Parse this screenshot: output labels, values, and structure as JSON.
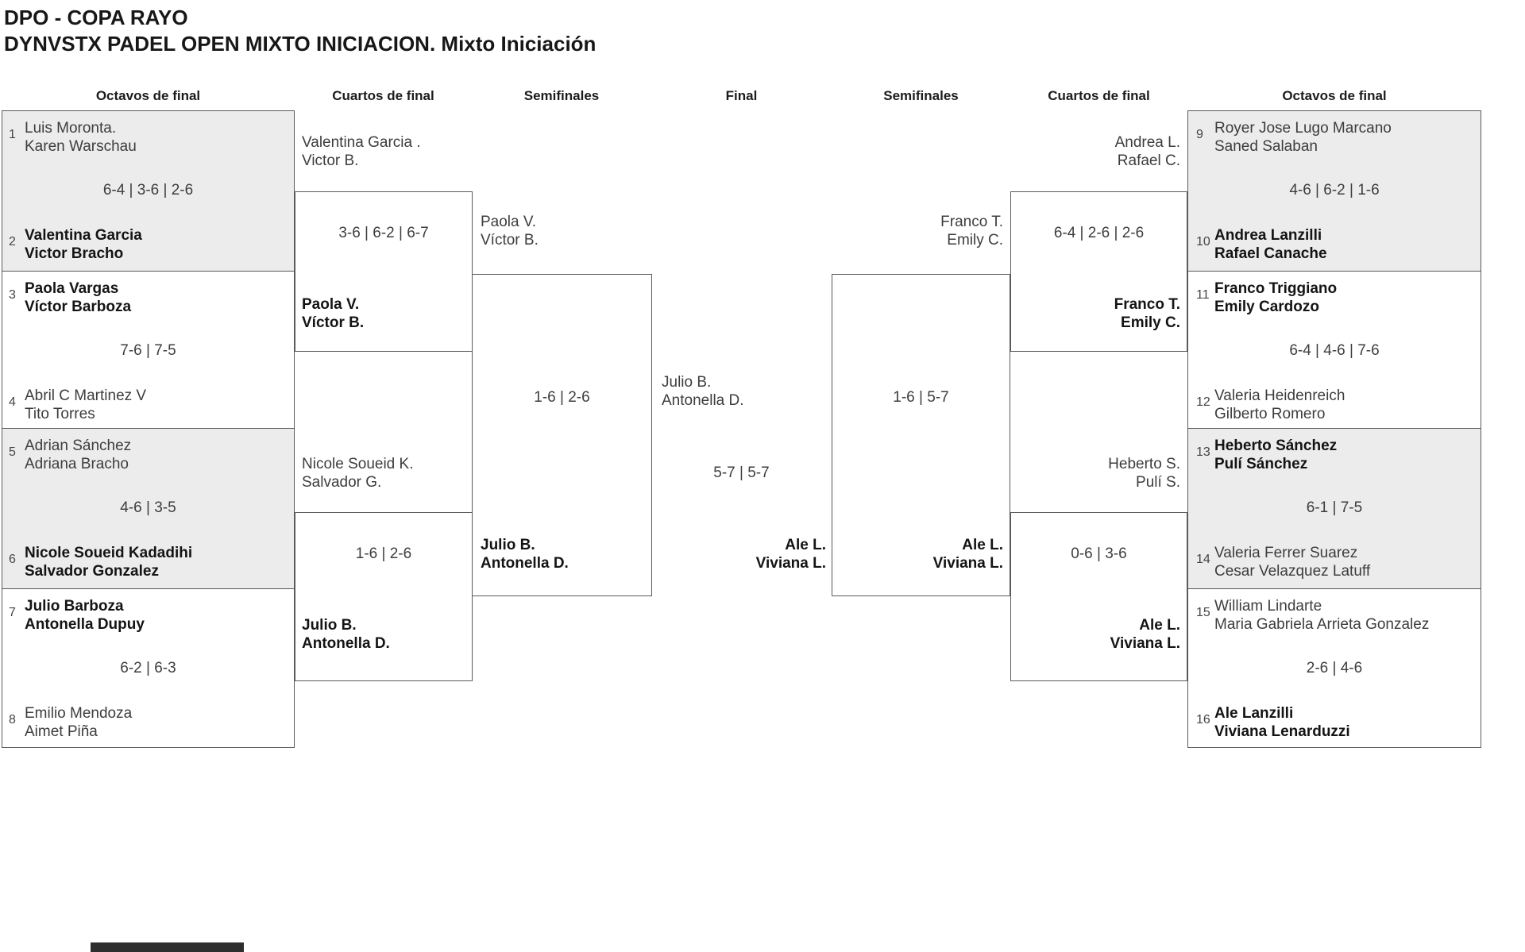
{
  "title": {
    "line1": "DPO - COPA RAYO",
    "line2": "DYNVSTX PADEL OPEN MIXTO INICIACION. Mixto Iniciación"
  },
  "round_headers": {
    "r16_left": "Octavos de final",
    "qf_left": "Cuartos de final",
    "sf_left": "Semifinales",
    "final": "Final",
    "sf_right": "Semifinales",
    "qf_right": "Cuartos de final",
    "r16_right": "Octavos de final"
  },
  "r16_left": {
    "matches": [
      {
        "seed1": "1",
        "t1a": "Luis Moronta.",
        "t1b": "Karen Warschau",
        "score": "6-4 | 3-6 | 2-6",
        "seed2": "2",
        "t2a": "Valentina Garcia",
        "t2b": "Victor Bracho"
      },
      {
        "seed1": "3",
        "t1a": "Paola Vargas",
        "t1b": "Víctor Barboza",
        "score": "7-6 | 7-5",
        "seed2": "4",
        "t2a": "Abril C Martinez V",
        "t2b": "Tito Torres"
      },
      {
        "seed1": "5",
        "t1a": "Adrian Sánchez",
        "t1b": "Adriana Bracho",
        "score": "4-6 | 3-5",
        "seed2": "6",
        "t2a": "Nicole Soueid Kadadihi",
        "t2b": "Salvador Gonzalez"
      },
      {
        "seed1": "7",
        "t1a": "Julio Barboza",
        "t1b": "Antonella Dupuy",
        "score": "6-2 | 6-3",
        "seed2": "8",
        "t2a": "Emilio Mendoza",
        "t2b": "Aimet Piña"
      }
    ]
  },
  "qf_left": {
    "m1": {
      "feeder_a": "Valentina Garcia .",
      "feeder_b": "Victor B.",
      "score": "3-6 | 6-2 | 6-7",
      "winner_a": "Paola V.",
      "winner_b": "Víctor B."
    },
    "m2": {
      "feeder_a": "Nicole Soueid K.",
      "feeder_b": "Salvador G.",
      "score": "1-6 | 2-6",
      "winner_a": "Julio B.",
      "winner_b": "Antonella D."
    }
  },
  "sf_left": {
    "feeder_a": "Paola V.",
    "feeder_b": "Víctor B.",
    "score": "1-6 | 2-6",
    "winner_a": "Julio B.",
    "winner_b": "Antonella D."
  },
  "final": {
    "feeder_a": "Julio B.",
    "feeder_b": "Antonella D.",
    "score": "5-7 | 5-7",
    "winner_a": "Ale L.",
    "winner_b": "Viviana L."
  },
  "sf_right": {
    "feeder_a": "Franco T.",
    "feeder_b": "Emily C.",
    "score": "1-6 | 5-7",
    "winner_a": "Ale L.",
    "winner_b": "Viviana L."
  },
  "qf_right": {
    "m1": {
      "feeder_a": "Andrea L.",
      "feeder_b": "Rafael C.",
      "score": "6-4 | 2-6 | 2-6",
      "winner_a": "Franco T.",
      "winner_b": "Emily C."
    },
    "m2": {
      "feeder_a": "Heberto S.",
      "feeder_b": "Pulí S.",
      "score": "0-6 | 3-6",
      "winner_a": "Ale L.",
      "winner_b": "Viviana L."
    }
  },
  "r16_right": {
    "matches": [
      {
        "seed1": "9",
        "t1a": "Royer Jose Lugo Marcano",
        "t1b": "Saned Salaban",
        "score": "4-6 | 6-2 | 1-6",
        "seed2": "10",
        "t2a": "Andrea Lanzilli",
        "t2b": "Rafael Canache"
      },
      {
        "seed1": "11",
        "t1a": "Franco Triggiano",
        "t1b": "Emily Cardozo",
        "score": "6-4 | 4-6 | 7-6",
        "seed2": "12",
        "t2a": "Valeria Heidenreich",
        "t2b": "Gilberto Romero"
      },
      {
        "seed1": "13",
        "t1a": "Heberto Sánchez",
        "t1b": "Pulí Sánchez",
        "score": "6-1 | 7-5",
        "seed2": "14",
        "t2a": "Valeria Ferrer Suarez",
        "t2b": "Cesar Velazquez Latuff"
      },
      {
        "seed1": "15",
        "t1a": "William Lindarte",
        "t1b": "Maria Gabriela Arrieta Gonzalez",
        "score": "2-6 | 4-6",
        "seed2": "16",
        "t2a": "Ale Lanzilli",
        "t2b": "Viviana Lenarduzzi"
      }
    ]
  },
  "colors": {
    "shade_bg": "#ececec",
    "border": "#5a5a5a",
    "text": "#3d3d3d",
    "text_winner": "#141414",
    "scrollbar": "#2e2e2e"
  }
}
